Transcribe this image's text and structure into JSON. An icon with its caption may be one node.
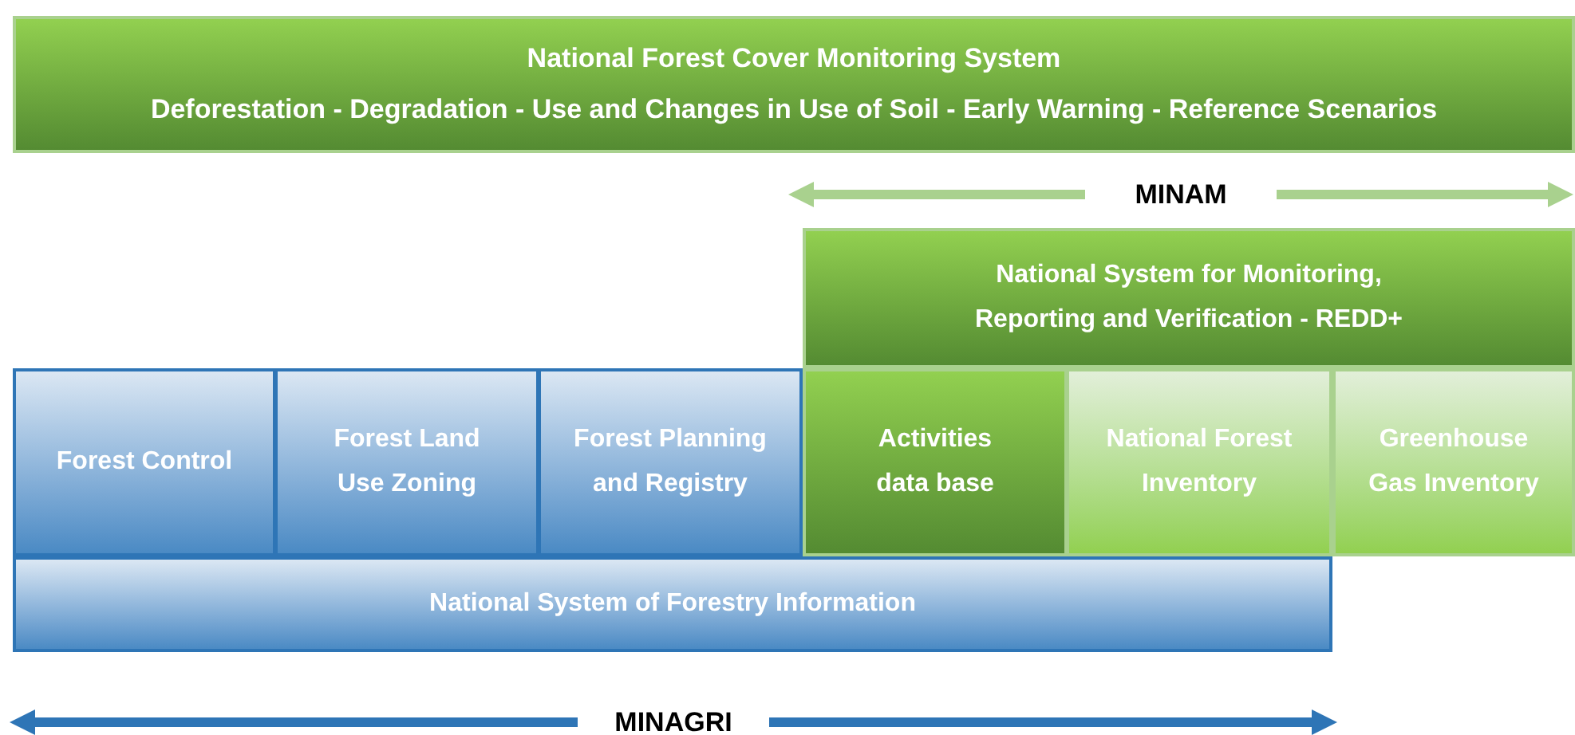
{
  "diagram": {
    "nodes": [
      {
        "text": [
          "National Forest Cover Monitoring System",
          "Deforestation - Degradation - Use and Changes in Use of Soil - Early Warning - Reference Scenarios"
        ]
      },
      {
        "text": [
          "National System for Monitoring, Reporting and Verification - REDD+"
        ]
      },
      {
        "text": [
          "Forest Control"
        ]
      },
      {
        "text": [
          "Forest Land Use Zoning"
        ]
      },
      {
        "text": [
          "Forest Planning and Registry"
        ]
      },
      {
        "text": [
          "Activities data base"
        ]
      },
      {
        "text": [
          "National Forest Inventory"
        ]
      },
      {
        "text": [
          "Greenhouse Gas Inventory"
        ]
      },
      {
        "text": [
          "National System of Forestry Information"
        ]
      }
    ],
    "labels": [
      "MINAM",
      "MINAGRI"
    ]
  }
}
